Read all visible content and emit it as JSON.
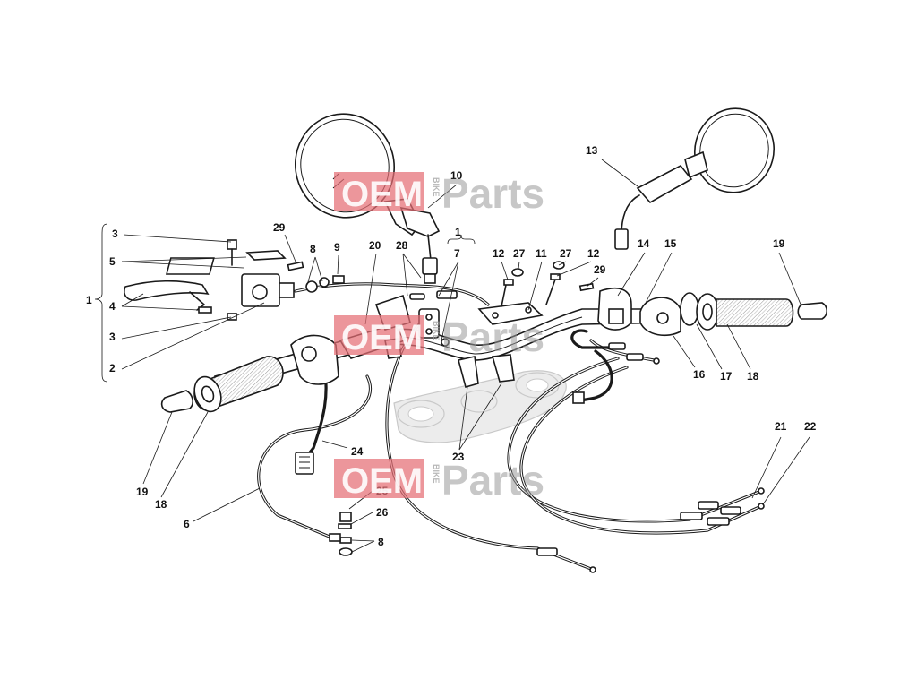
{
  "diagram": {
    "callouts": [
      {
        "id": "c-1-group",
        "text": "1"
      },
      {
        "id": "c-3-top",
        "text": "3"
      },
      {
        "id": "c-5",
        "text": "5"
      },
      {
        "id": "c-4",
        "text": "4"
      },
      {
        "id": "c-3-bottom",
        "text": "3"
      },
      {
        "id": "c-2",
        "text": "2"
      },
      {
        "id": "c-29-left",
        "text": "29"
      },
      {
        "id": "c-8-top",
        "text": "8"
      },
      {
        "id": "c-9",
        "text": "9"
      },
      {
        "id": "c-20",
        "text": "20"
      },
      {
        "id": "c-28",
        "text": "28"
      },
      {
        "id": "c-10",
        "text": "10"
      },
      {
        "id": "c-1-center",
        "text": "1"
      },
      {
        "id": "c-7",
        "text": "7"
      },
      {
        "id": "c-12-left",
        "text": "12"
      },
      {
        "id": "c-27-left",
        "text": "27"
      },
      {
        "id": "c-11",
        "text": "11"
      },
      {
        "id": "c-27-right",
        "text": "27"
      },
      {
        "id": "c-12-right",
        "text": "12"
      },
      {
        "id": "c-29-right",
        "text": "29"
      },
      {
        "id": "c-13",
        "text": "13"
      },
      {
        "id": "c-14",
        "text": "14"
      },
      {
        "id": "c-15",
        "text": "15"
      },
      {
        "id": "c-19-right",
        "text": "19"
      },
      {
        "id": "c-16",
        "text": "16"
      },
      {
        "id": "c-17",
        "text": "17"
      },
      {
        "id": "c-18-right",
        "text": "18"
      },
      {
        "id": "c-24",
        "text": "24"
      },
      {
        "id": "c-23",
        "text": "23"
      },
      {
        "id": "c-19-left",
        "text": "19"
      },
      {
        "id": "c-18-left",
        "text": "18"
      },
      {
        "id": "c-6",
        "text": "6"
      },
      {
        "id": "c-25",
        "text": "25"
      },
      {
        "id": "c-26",
        "text": "26"
      },
      {
        "id": "c-8-bottom",
        "text": "8"
      },
      {
        "id": "c-21",
        "text": "21"
      },
      {
        "id": "c-22",
        "text": "22"
      }
    ]
  },
  "watermark": {
    "brand_left": "OEM",
    "brand_small": "BIKE",
    "brand_right": "Parts",
    "box_color": "#e46d74"
  }
}
